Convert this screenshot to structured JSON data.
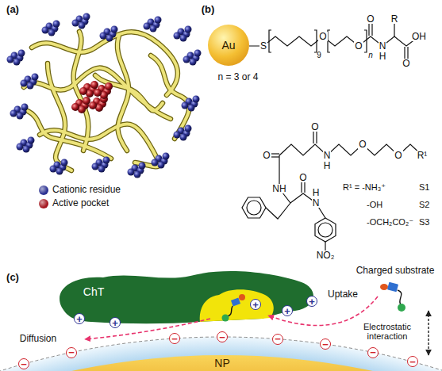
{
  "diagram": {
    "nodes": [
      {
        "text": [
          "Au"
        ]
      },
      {
        "text": [
          "ChT"
        ]
      },
      {
        "text": [
          "+"
        ]
      },
      {
        "text": [
          "+"
        ]
      },
      {
        "text": [
          "+"
        ]
      },
      {
        "text": [
          "+"
        ]
      },
      {
        "text": [
          "+"
        ]
      },
      {
        "text": [
          "NP"
        ]
      },
      {
        "text": [
          "−"
        ]
      },
      {
        "text": [
          "−"
        ]
      },
      {
        "text": [
          "−"
        ]
      },
      {
        "text": [
          "−"
        ]
      },
      {
        "text": [
          "−"
        ]
      },
      {
        "text": [
          "−"
        ]
      },
      {
        "text": [
          "−"
        ]
      },
      {
        "text": [
          "−"
        ]
      }
    ],
    "labels": [
      "(a)",
      "(b)",
      "S",
      "9",
      "O",
      "O",
      "n",
      "O",
      "N",
      "H",
      "R",
      "O",
      "OH",
      "n = 3 or 4",
      "O",
      "N",
      "H",
      "O",
      "O",
      "R¹",
      "O",
      "NH",
      "O",
      "N",
      "H",
      "NO₂",
      "R¹ = -NH₃⁺",
      "S1",
      "-OH",
      "S2",
      "-OCH₂CO₂⁻",
      "S3",
      "(c)",
      "Charged substrate",
      "Uptake",
      "Electrostatic interaction",
      "Diffusion"
    ],
    "legend": [
      {
        "text": "Cationic residue",
        "color": "#2b3191"
      },
      {
        "text": "Active pocket",
        "color": "#a5161f"
      }
    ]
  }
}
